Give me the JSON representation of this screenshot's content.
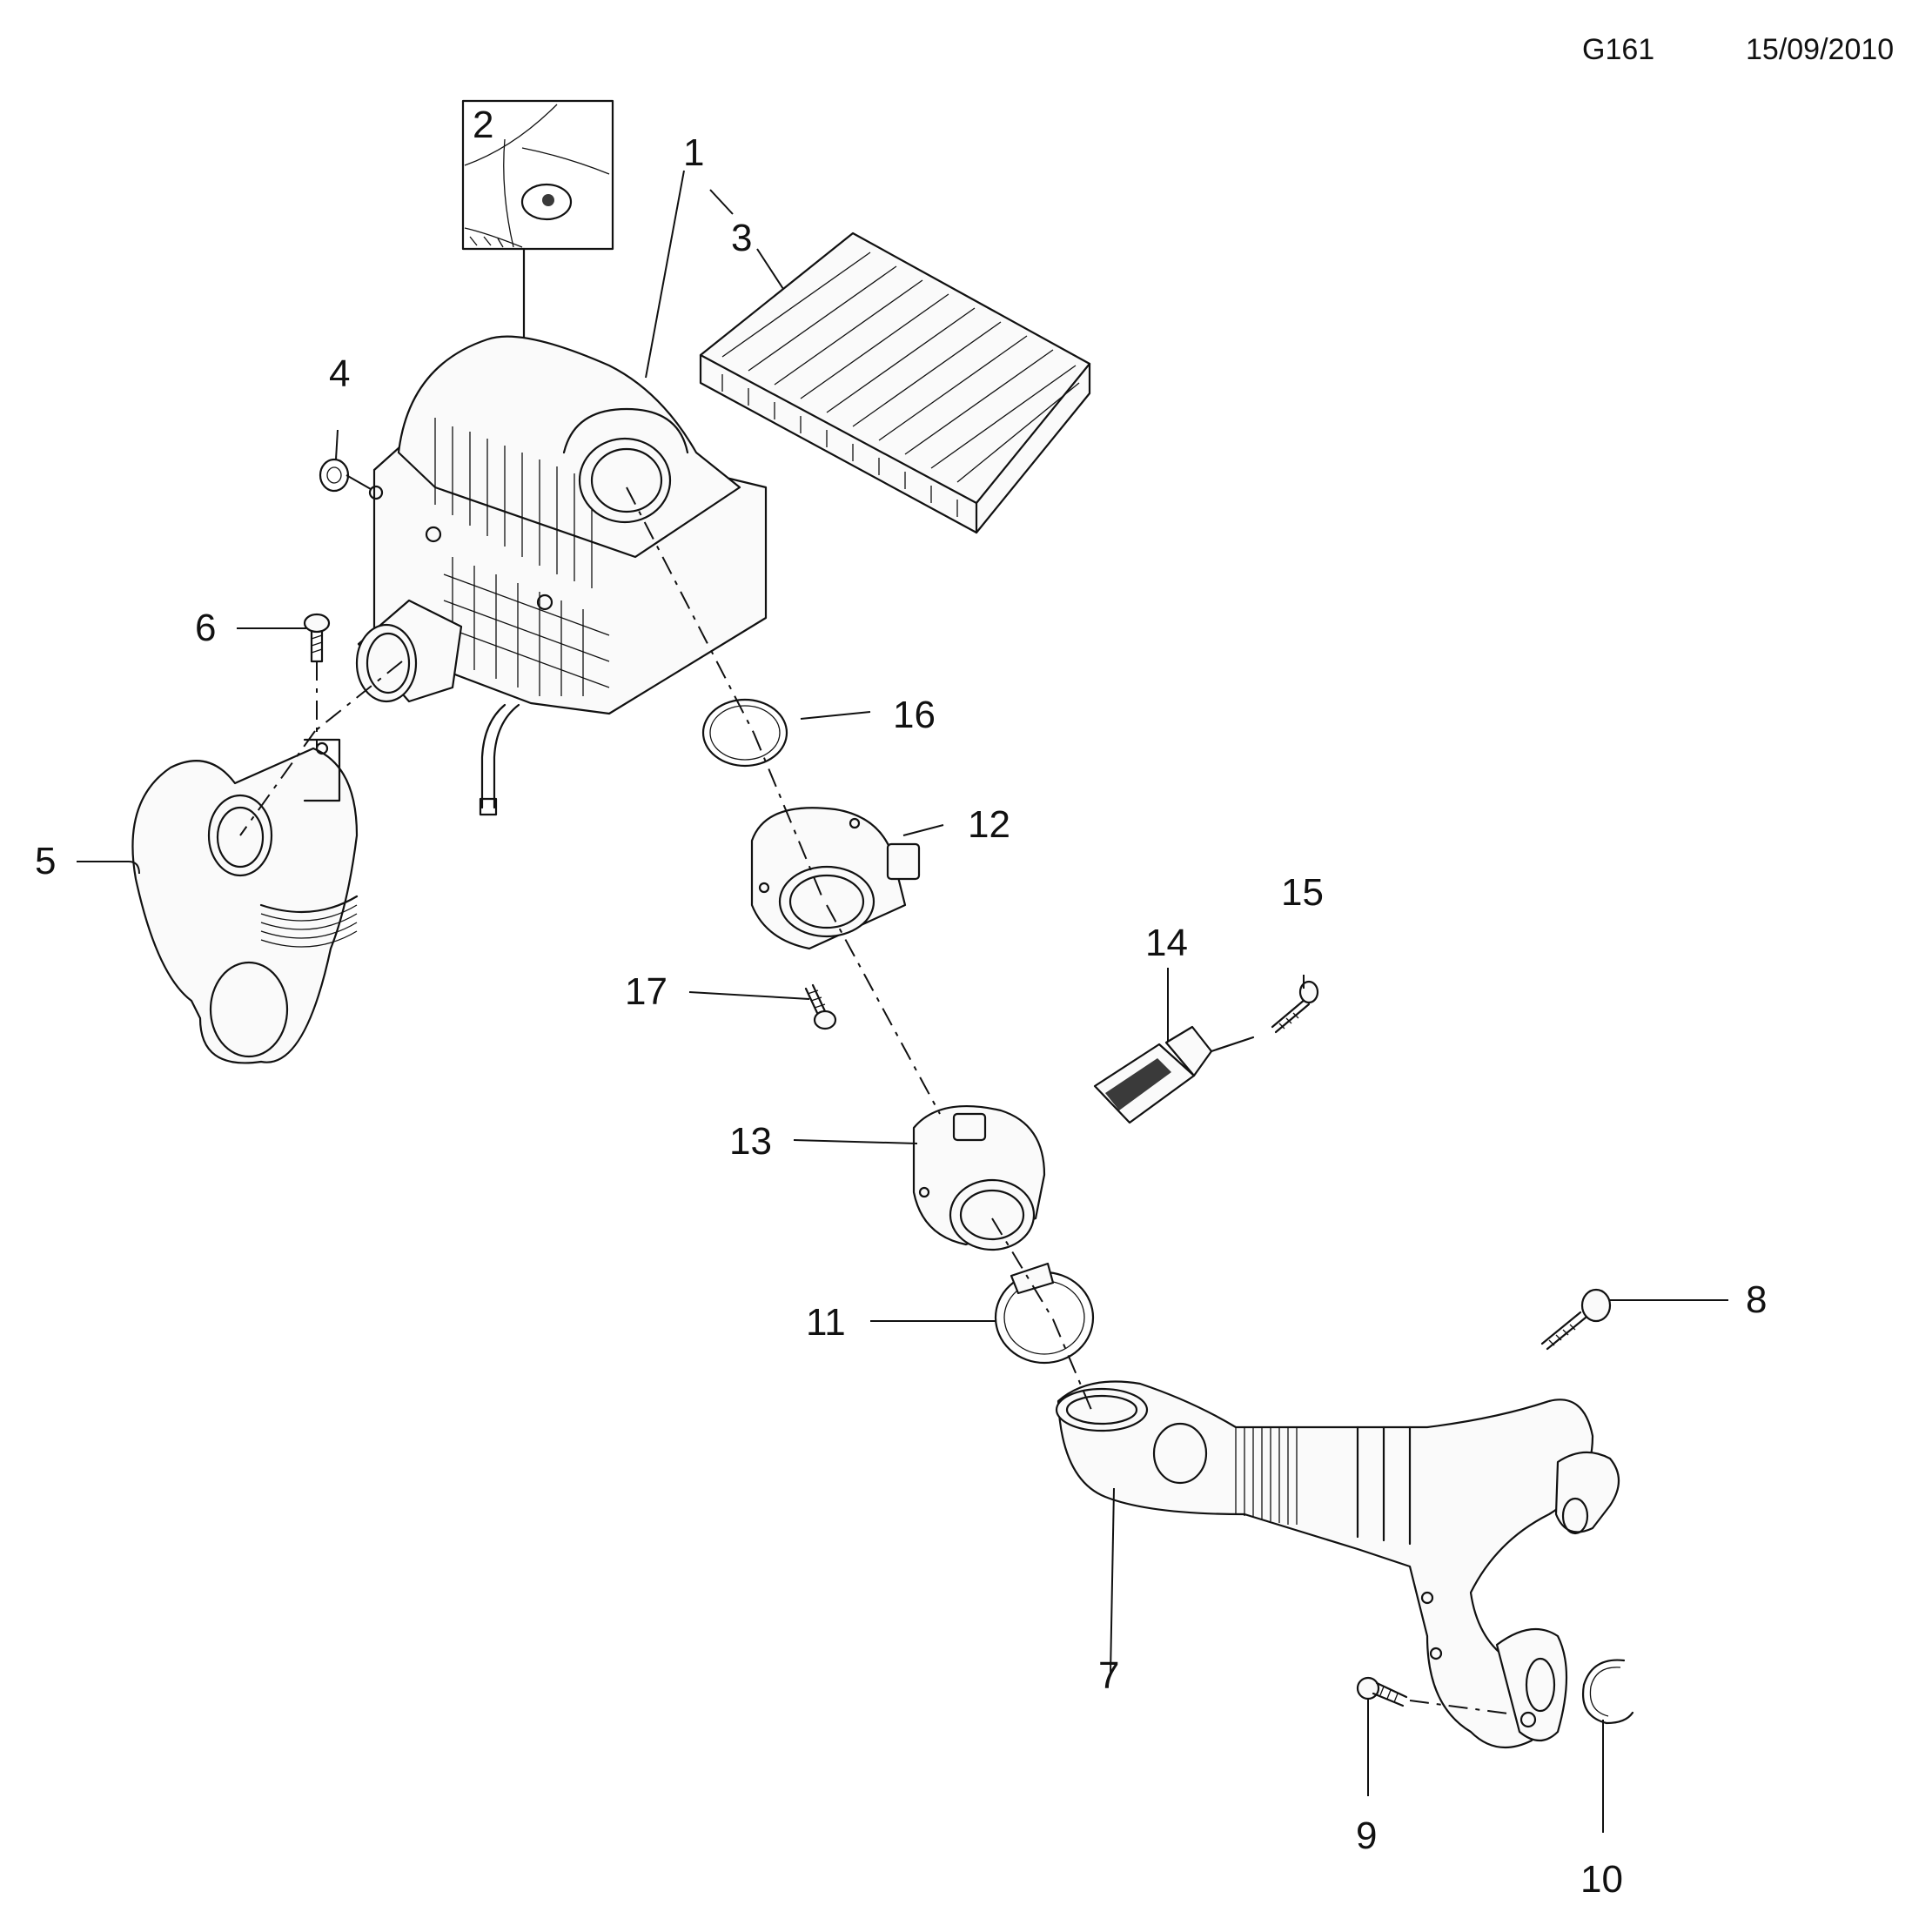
{
  "header": {
    "diagram_code": "G161",
    "date": "15/09/2010"
  },
  "callouts": [
    "1",
    "2",
    "3",
    "4",
    "5",
    "6",
    "7",
    "8",
    "9",
    "10",
    "11",
    "12",
    "13",
    "14",
    "15",
    "16",
    "17"
  ]
}
